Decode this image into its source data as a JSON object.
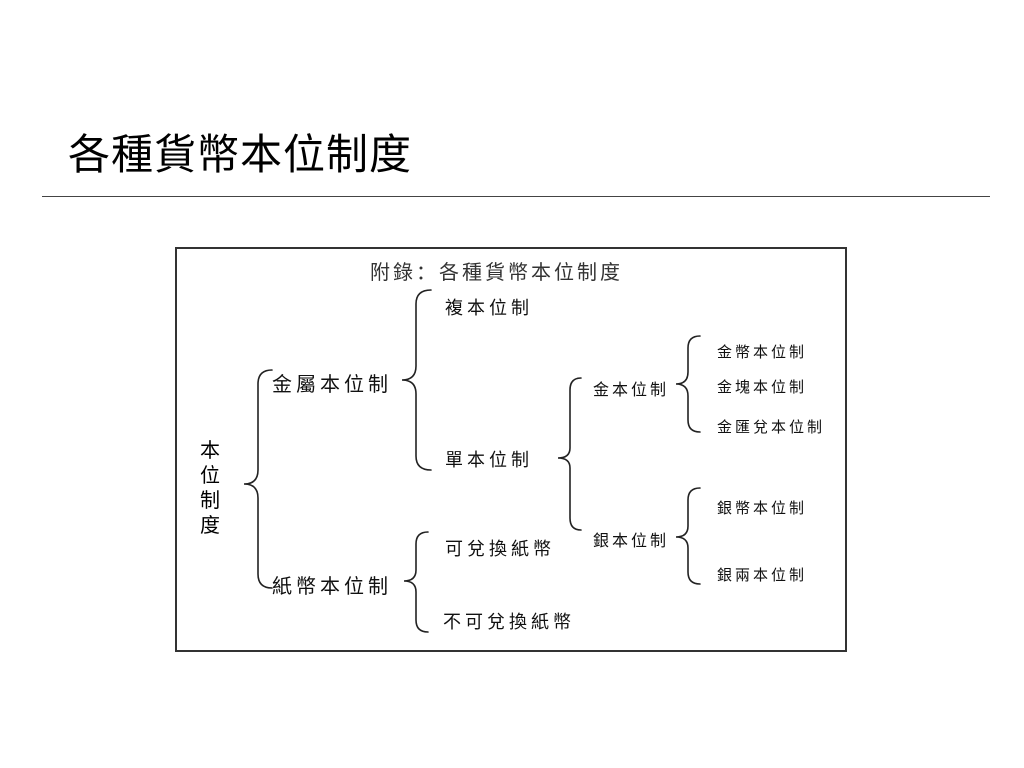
{
  "slide": {
    "title": "各種貨幣本位制度"
  },
  "diagram": {
    "caption": "附錄：各種貨幣本位制度",
    "root": "本位制度",
    "metal_standard": "金屬本位制",
    "paper_standard": "紙幣本位制",
    "bimetallic": "複本位制",
    "monometallic": "單本位制",
    "convertible_paper": "可兌換紙幣",
    "inconvertible_paper": "不可兌換紙幣",
    "gold_standard": "金本位制",
    "silver_standard": "銀本位制",
    "gold_coin": "金幣本位制",
    "gold_bullion": "金塊本位制",
    "gold_exchange": "金匯兌本位制",
    "silver_coin": "銀幣本位制",
    "silver_tael": "銀兩本位制"
  }
}
